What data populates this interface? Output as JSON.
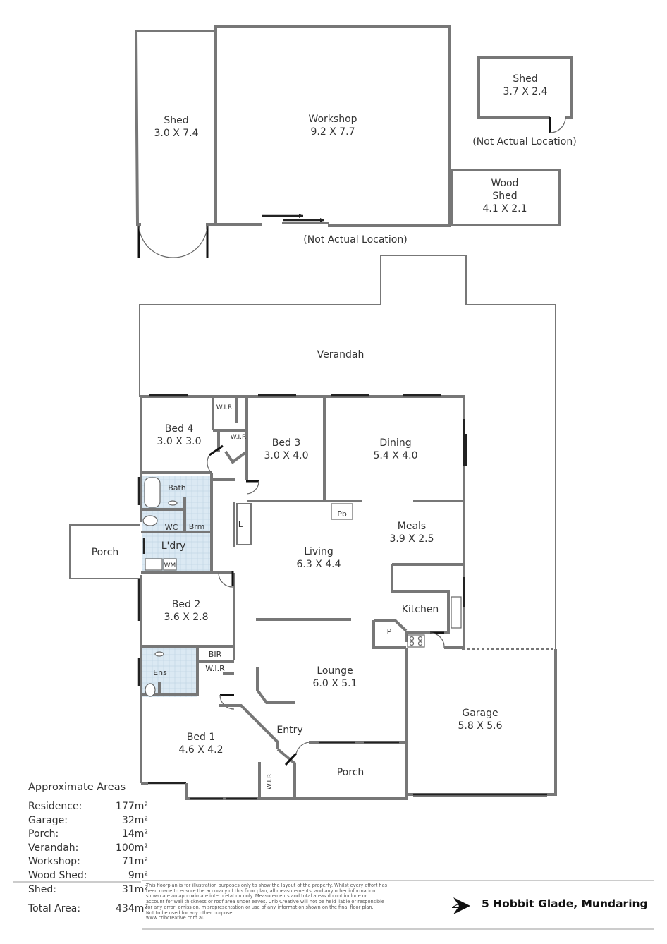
{
  "rooms": {
    "shed_large": {
      "name": "Shed",
      "size": "3.0 X 7.4"
    },
    "workshop": {
      "name": "Workshop",
      "size": "9.2 X 7.7"
    },
    "shed_small": {
      "name": "Shed",
      "size": "3.7 X 2.4"
    },
    "wood_shed": {
      "line1": "Wood",
      "line2": "Shed",
      "size": "4.1 X 2.1"
    },
    "verandah": {
      "name": "Verandah"
    },
    "bed4": {
      "name": "Bed 4",
      "size": "3.0 X 3.0"
    },
    "bed3": {
      "name": "Bed 3",
      "size": "3.0 X 4.0"
    },
    "dining": {
      "name": "Dining",
      "size": "5.4 X 4.0"
    },
    "meals": {
      "name": "Meals",
      "size": "3.9 X 2.5"
    },
    "living": {
      "name": "Living",
      "size": "6.3 X 4.4"
    },
    "kitchen": {
      "name": "Kitchen"
    },
    "bed2": {
      "name": "Bed 2",
      "size": "3.6 X 2.8"
    },
    "lounge": {
      "name": "Lounge",
      "size": "6.0 X 5.1"
    },
    "garage": {
      "name": "Garage",
      "size": "5.8 X 5.6"
    },
    "bed1": {
      "name": "Bed 1",
      "size": "4.6 X 4.2"
    },
    "entry": {
      "name": "Entry"
    },
    "porch_front": {
      "name": "Porch"
    },
    "porch_side": {
      "name": "Porch"
    },
    "bath": {
      "name": "Bath"
    },
    "wc": {
      "name": "WC"
    },
    "brm": {
      "name": "Brm"
    },
    "laundry": {
      "name": "L'dry"
    },
    "wm": {
      "name": "WM"
    },
    "ens": {
      "name": "Ens"
    },
    "bir": {
      "name": "BIR"
    },
    "wir_bed1_top": {
      "name": "W.I.R"
    },
    "wir_bed4": {
      "name": "W.I.R"
    },
    "wir_bed3": {
      "name": "W.I.R"
    },
    "wir_bed1": {
      "name": "W.I.R"
    },
    "linen": {
      "name": "L"
    },
    "pantry": {
      "name": "P"
    },
    "pb": {
      "name": "Pb"
    }
  },
  "notes": {
    "not_actual_1": "(Not Actual Location)",
    "not_actual_2": "(Not Actual Location)"
  },
  "areas": {
    "heading": "Approximate Areas",
    "rows": [
      {
        "label": "Residence:",
        "value": "177m²"
      },
      {
        "label": "Garage:",
        "value": "32m²"
      },
      {
        "label": "Porch:",
        "value": "14m²"
      },
      {
        "label": "Verandah:",
        "value": "100m²"
      },
      {
        "label": "Workshop:",
        "value": "71m²"
      },
      {
        "label": "Wood Shed:",
        "value": "9m²"
      },
      {
        "label": "Shed:",
        "value": "31m²"
      }
    ],
    "total": {
      "label": "Total Area:",
      "value": "434m²"
    }
  },
  "disclaimer": {
    "line1": "This floorplan is for illustration purposes only to show the layout of the property. Whilst every effort has",
    "line2": "been made to ensure the accuracy of this floor plan, all measurements, and any other information",
    "line3": "shown are an approximate interpretation only. Measurements and total areas do not include or",
    "line4": "account for wall thickness or roof area under eaves. Crib Creative will not be held liable or responsible",
    "line5": "for any error, omission, misrepresentation or use of any information shown on the final floor plan.",
    "line6": "Not to be used for any other purpose.",
    "line7": "www.cribcreative.com.au"
  },
  "address": "5 Hobbit Glade, Mundaring",
  "compass": {
    "letter": "N",
    "icon": "north-arrow-icon"
  },
  "colors": {
    "wall": "#777777",
    "wet_area_tile": "#dbe9f3"
  }
}
